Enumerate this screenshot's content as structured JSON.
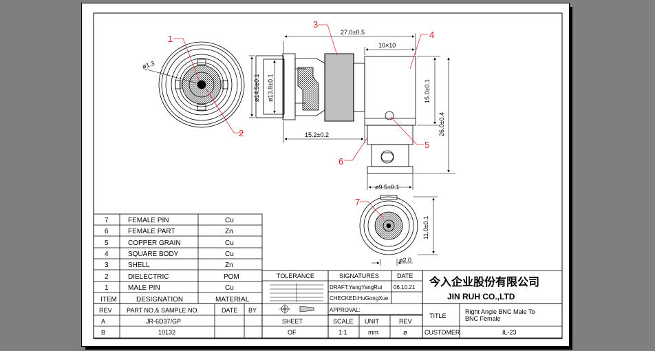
{
  "callouts": [
    "1",
    "2",
    "3",
    "4",
    "5",
    "6",
    "7"
  ],
  "dimensions": {
    "d13": "ø1.3",
    "d145": "ø14.5±0.1",
    "d138": "ø13.8±0.1",
    "len270": "27.0±0.5",
    "w10": "10×10",
    "h150": "15.0±0.1",
    "h260": "26.0±0.4",
    "len152": "15.2±0.2",
    "d95": "ø9.5±0.1",
    "h110": "11.0±0.1",
    "d20": "ø2.0"
  },
  "bom": {
    "header": {
      "item": "ITEM",
      "designation": "DESIGNATION",
      "material": "MATERIAL"
    },
    "rows": [
      {
        "item": "7",
        "designation": "FEMALE PIN",
        "material": "Cu"
      },
      {
        "item": "6",
        "designation": "FEMALE PART",
        "material": "Zn"
      },
      {
        "item": "5",
        "designation": "COPPER GRAIN",
        "material": "Cu"
      },
      {
        "item": "4",
        "designation": "SQUARE BODY",
        "material": "Cu"
      },
      {
        "item": "3",
        "designation": "SHELL",
        "material": "Zn"
      },
      {
        "item": "2",
        "designation": "DIELECTRIC",
        "material": "POM"
      },
      {
        "item": "1",
        "designation": "MALE PIN",
        "material": "Cu"
      }
    ]
  },
  "rev": {
    "header": {
      "rev": "REV",
      "part": "PART NO.& SAMPLE NO.",
      "date": "DATE",
      "by": "BY"
    },
    "rows": [
      {
        "rev": "A",
        "part": "JR-6D37/GP"
      },
      {
        "rev": "B",
        "part": "10132"
      }
    ]
  },
  "tolerance": {
    "label": "TOLERANCE"
  },
  "signatures": {
    "label": "SIGNATURES",
    "date_label": "DATE",
    "draft": "DRAFT:YangYangRui",
    "draft_date": "06.10.21",
    "checked": "CHECKED:HuGongXue",
    "approval": "APPROVAL:"
  },
  "sheet": {
    "sheet": "SHEET",
    "of": "OF",
    "scale": "SCALE",
    "scale_val": "1:1",
    "unit": "UNIT",
    "unit_val": "mm",
    "rev": "REV",
    "rev_val": "ø"
  },
  "company": {
    "cn": "今入企业股份有限公司",
    "en": "JIN  RUH  CO.,LTD"
  },
  "title": {
    "label": "TITLE",
    "value1": "Right Angle BNC Male To",
    "value2": "BNC Female"
  },
  "customer": {
    "label": "CUSTOMER",
    "value": "IL-23"
  }
}
